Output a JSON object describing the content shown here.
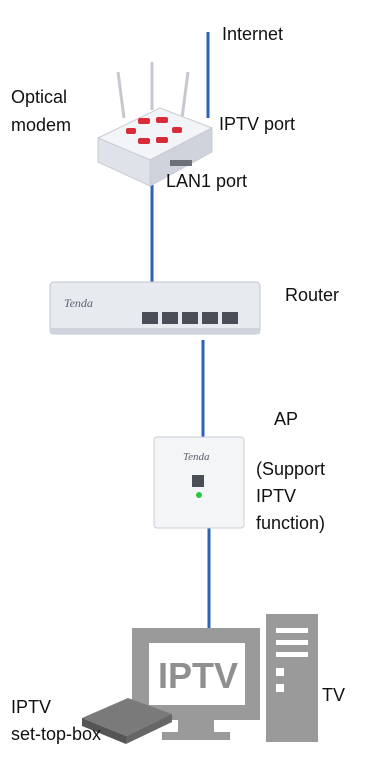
{
  "labels": {
    "internet": "Internet",
    "optical_modem_line1": "Optical",
    "optical_modem_line2": "modem",
    "iptv_port": "IPTV port",
    "lan1_port": "LAN1 port",
    "router": "Router",
    "ap": "AP",
    "ap_note_line1": "(Support",
    "ap_note_line2": "IPTV",
    "ap_note_line3": "function)",
    "tv": "TV",
    "stb_line1": "IPTV",
    "stb_line2": "set-top-box"
  },
  "brand": {
    "router_logo": "Tenda",
    "ap_logo": "Tenda",
    "tv_screen_text": "IPTV"
  },
  "colors": {
    "cable": "#2b63b5",
    "device_body": "#e9ecf1",
    "device_edge": "#b9bfc9",
    "modem_accent": "#d92b3a",
    "tv_gray": "#9a9a9a",
    "port_dark": "#4a4f57",
    "led_green": "#28c840"
  },
  "icons": [
    "optical-modem-icon",
    "router-icon",
    "ap-icon",
    "tv-icon",
    "pc-tower-icon",
    "set-top-box-icon"
  ]
}
